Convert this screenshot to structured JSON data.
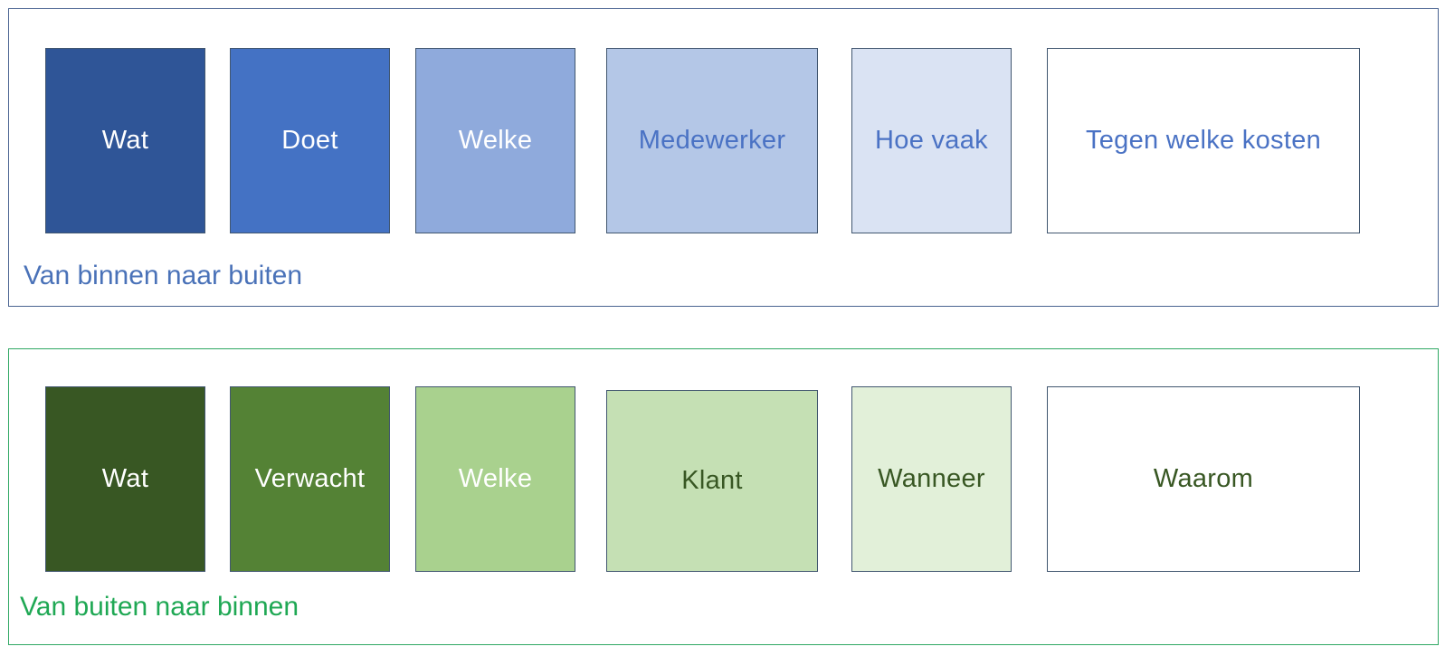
{
  "panels": [
    {
      "caption": "Van binnen naar buiten",
      "caption_color": "#4a72b8",
      "boxes": [
        {
          "label": "Wat",
          "fill": "#2f5597",
          "text_color": "#ffffff"
        },
        {
          "label": "Doet",
          "fill": "#4472c4",
          "text_color": "#ffffff"
        },
        {
          "label": "Welke",
          "fill": "#8faadc",
          "text_color": "#ffffff"
        },
        {
          "label": "Medewerker",
          "fill": "#b4c7e7",
          "text_color": "#4a72c4"
        },
        {
          "label": "Hoe vaak",
          "fill": "#dae3f3",
          "text_color": "#4a72c4"
        },
        {
          "label": "Tegen welke kosten",
          "fill": "#ffffff",
          "text_color": "#4a72c4"
        }
      ]
    },
    {
      "caption": "Van buiten naar binnen",
      "caption_color": "#1fa854",
      "boxes": [
        {
          "label": "Wat",
          "fill": "#385723",
          "text_color": "#ffffff"
        },
        {
          "label": "Verwacht",
          "fill": "#548235",
          "text_color": "#ffffff"
        },
        {
          "label": "Welke",
          "fill": "#a9d18e",
          "text_color": "#ffffff"
        },
        {
          "label": "Klant",
          "fill": "#c5e0b4",
          "text_color": "#385723"
        },
        {
          "label": "Wanneer",
          "fill": "#e2f0d9",
          "text_color": "#385723"
        },
        {
          "label": "Waarom",
          "fill": "#ffffff",
          "text_color": "#385723"
        }
      ]
    }
  ]
}
